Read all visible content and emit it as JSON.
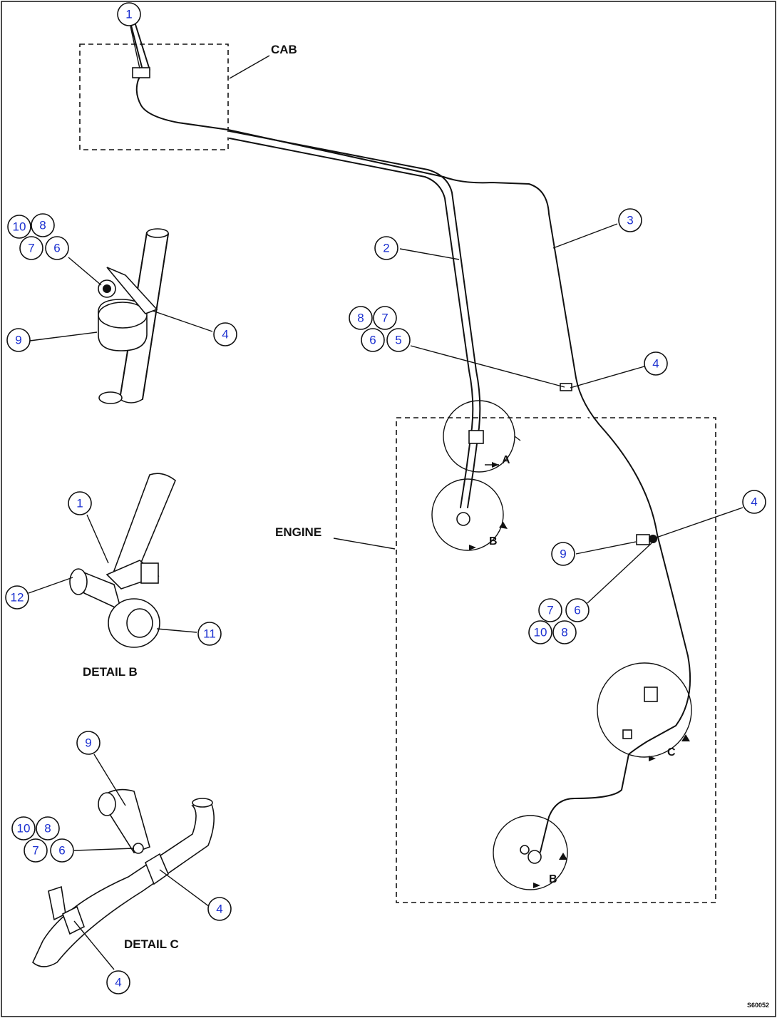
{
  "labels": {
    "cab": "CAB",
    "engine": "ENGINE",
    "detail_b": "DETAIL B",
    "detail_c": "DETAIL C",
    "view_a": "A",
    "view_b1": "B",
    "view_b2": "B",
    "view_c": "C",
    "figure_code": "S60052"
  },
  "callouts": {
    "top_1": "1",
    "main_2": "2",
    "main_3": "3",
    "main_4a": "4",
    "main_8": "8",
    "main_7": "7",
    "main_6": "6",
    "main_5": "5",
    "main_4b": "4",
    "main_9": "9",
    "main_7b": "7",
    "main_6b": "6",
    "main_10b": "10",
    "main_8b": "8",
    "tl_10": "10",
    "tl_8": "8",
    "tl_7": "7",
    "tl_6": "6",
    "tl_9": "9",
    "tl_4": "4",
    "db_1": "1",
    "db_12": "12",
    "db_11": "11",
    "dc_9": "9",
    "dc_10": "10",
    "dc_8": "8",
    "dc_7": "7",
    "dc_6": "6",
    "dc_4a": "4",
    "dc_4b": "4"
  }
}
